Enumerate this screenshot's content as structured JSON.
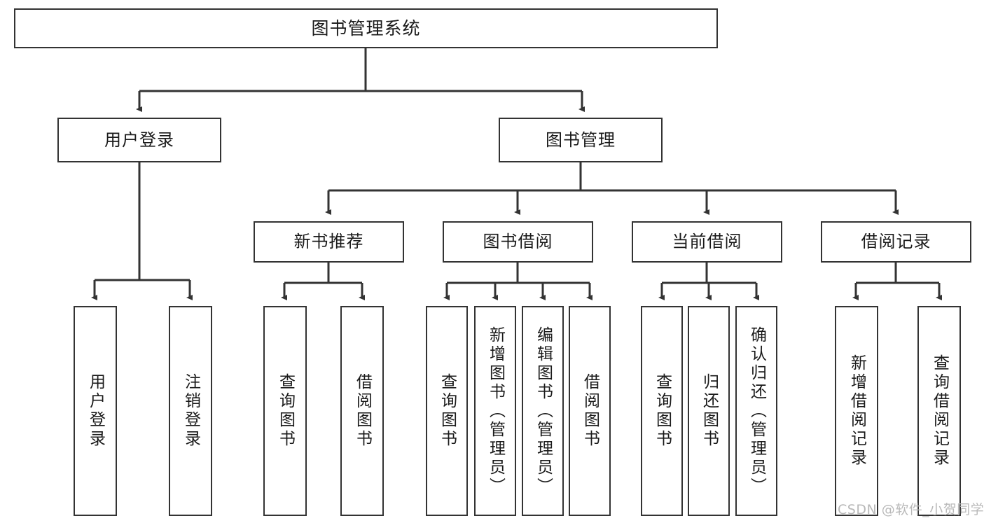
{
  "diagram": {
    "title": "图书管理系统",
    "type": "functional-structure-tree",
    "watermark": "CSDN @软件_小贺同学",
    "colors": {
      "node_border": "#333333",
      "node_fill": "#ffffff",
      "edge": "#333333",
      "text": "#1a1a1a",
      "watermark": "#b9b9b9",
      "background": "#ffffff"
    },
    "levels": {
      "root": {
        "label": "图书管理系统"
      },
      "level2": [
        {
          "label": "用户登录"
        },
        {
          "label": "图书管理"
        }
      ],
      "level3": [
        {
          "label": "新书推荐"
        },
        {
          "label": "图书借阅"
        },
        {
          "label": "当前借阅"
        },
        {
          "label": "借阅记录"
        }
      ],
      "leaves": {
        "user_login": [
          {
            "label": "用户登录"
          },
          {
            "label": "注销登录"
          }
        ],
        "new_book_recommend": [
          {
            "label": "查询图书"
          },
          {
            "label": "借阅图书"
          }
        ],
        "book_borrow": [
          {
            "label": "查询图书"
          },
          {
            "label": "新增图书（管理员）"
          },
          {
            "label": "编辑图书（管理员）"
          },
          {
            "label": "借阅图书"
          }
        ],
        "current_borrow": [
          {
            "label": "查询图书"
          },
          {
            "label": "归还图书"
          },
          {
            "label": "确认归还（管理员）"
          }
        ],
        "borrow_record": [
          {
            "label": "新增借阅记录"
          },
          {
            "label": "查询借阅记录"
          }
        ]
      }
    }
  }
}
